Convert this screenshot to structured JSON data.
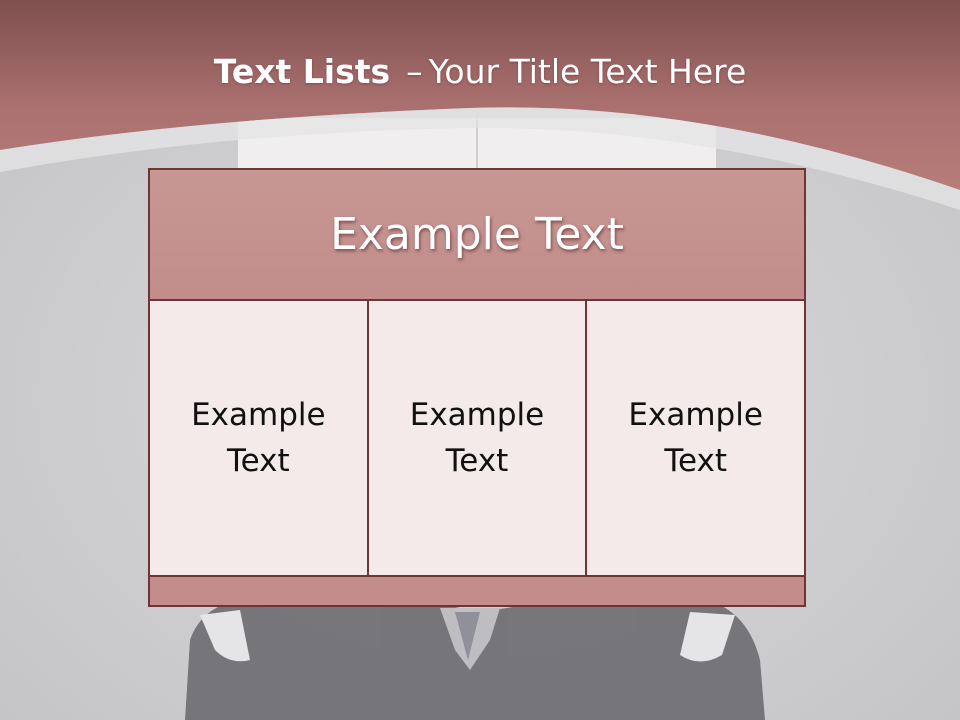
{
  "slide": {
    "title_bold": "Text Lists",
    "title_separator": "–",
    "title_rest": "Your Title Text Here"
  },
  "table": {
    "header": "Example Text",
    "cells": [
      {
        "line1": "Example",
        "line2": "Text"
      },
      {
        "line1": "Example",
        "line2": "Text"
      },
      {
        "line1": "Example",
        "line2": "Text"
      }
    ]
  },
  "colors": {
    "accent": "#b46e6e",
    "header_fill": "#c28d8a",
    "cell_fill": "#f5eaea",
    "border": "#6f3535",
    "background": "#cfcfd1"
  }
}
